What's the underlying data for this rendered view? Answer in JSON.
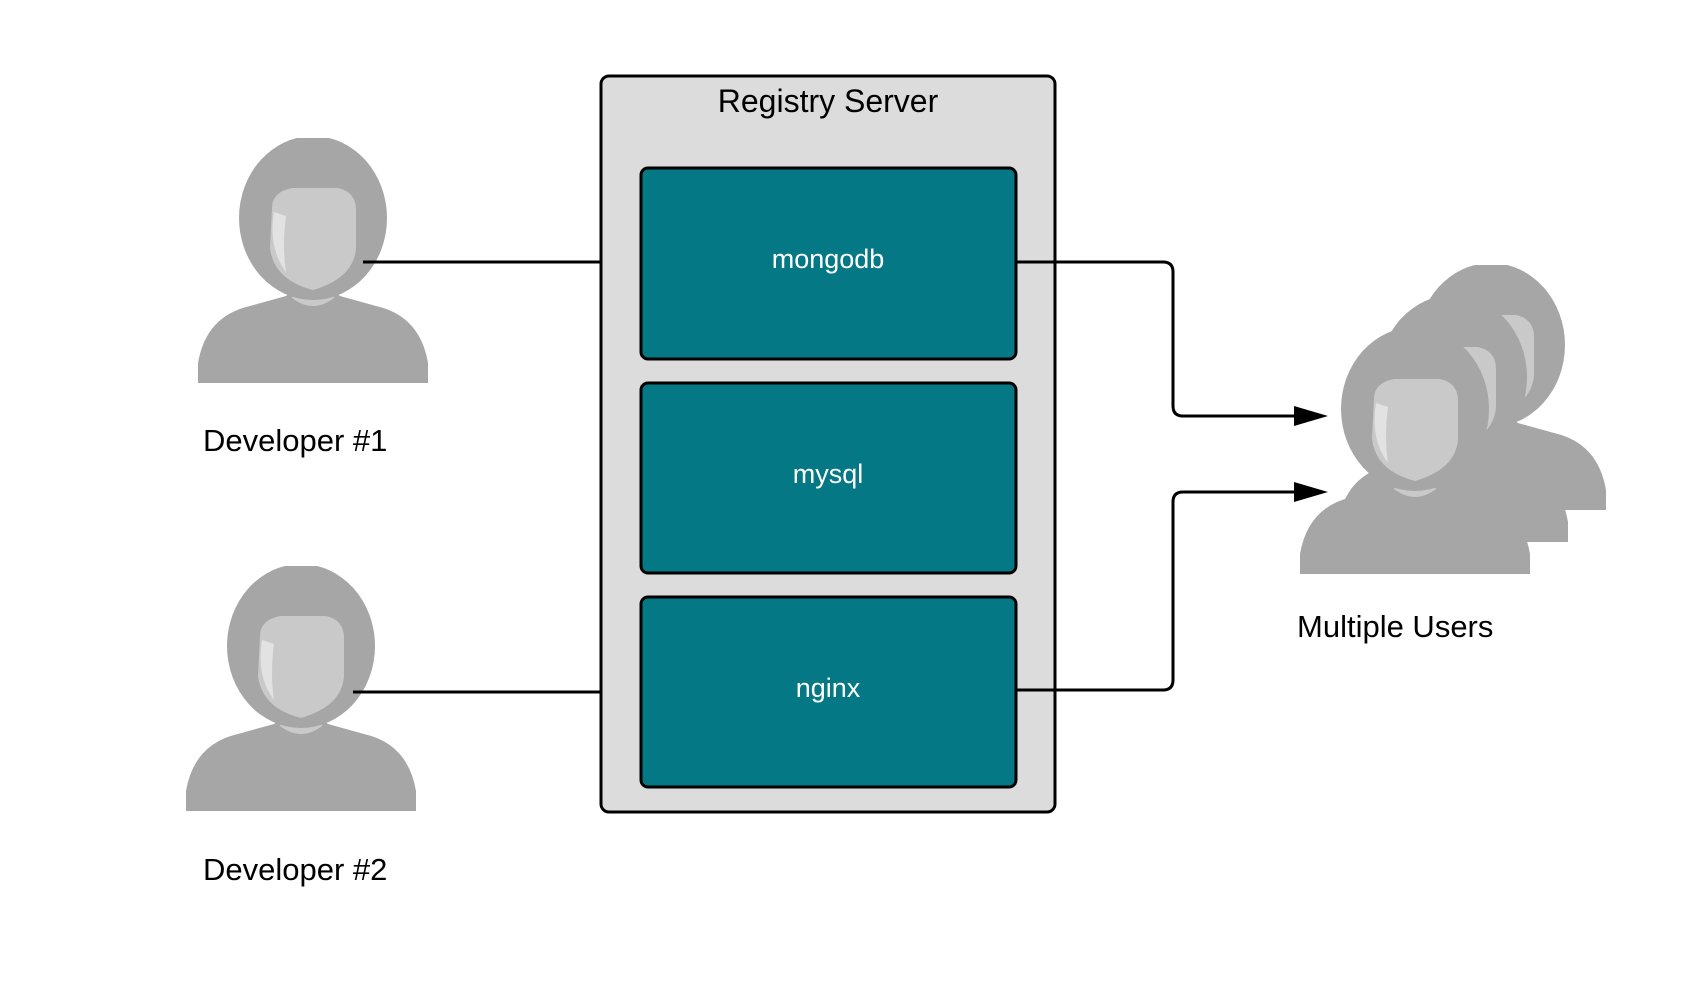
{
  "diagram": {
    "developers": [
      {
        "label": "Developer #1"
      },
      {
        "label": "Developer #2"
      }
    ],
    "server": {
      "title": "Registry Server",
      "services": [
        {
          "label": "mongodb"
        },
        {
          "label": "mysql"
        },
        {
          "label": "nginx"
        }
      ]
    },
    "users": {
      "label": "Multiple Users"
    },
    "colors": {
      "service_fill": "#047985",
      "server_fill": "#dcdcdc",
      "person_fill": "#a6a6a6",
      "face_fill": "#c9c9c9",
      "line": "#000000"
    }
  }
}
